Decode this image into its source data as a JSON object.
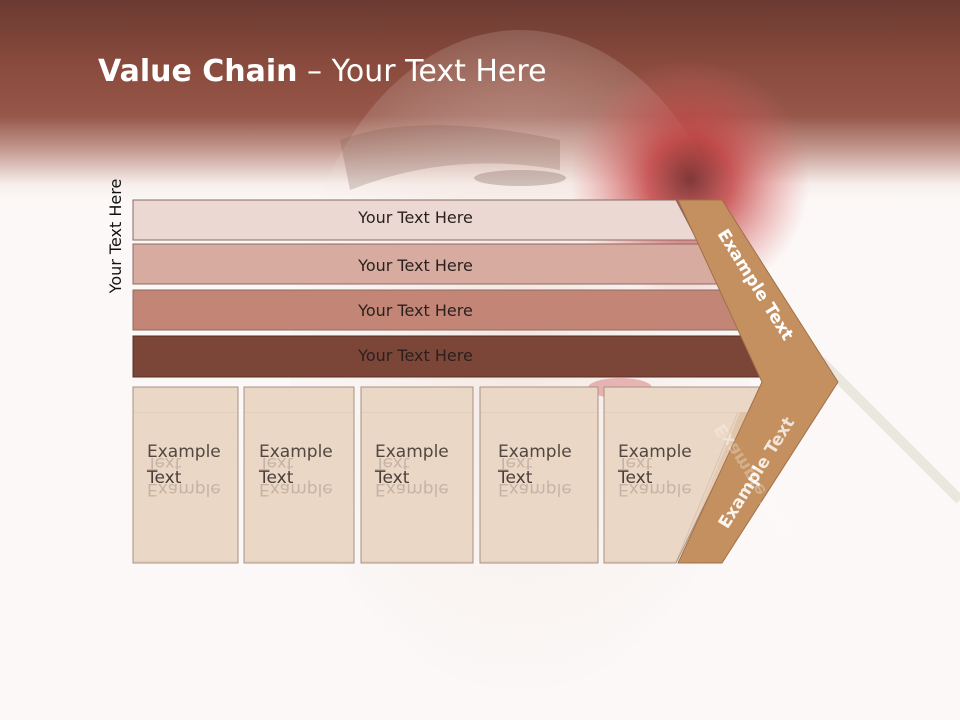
{
  "slide": {
    "title_bold": "Value Chain",
    "title_rest": " – Your Text Here",
    "side_label": "Your Text Here"
  },
  "rows": [
    {
      "label": "Your Text Here",
      "color": "#ecd8d3"
    },
    {
      "label": "Your Text Here",
      "color": "#d7aba0"
    },
    {
      "label": "Your Text Here",
      "color": "#c28576"
    },
    {
      "label": "Your Text Here",
      "color": "#7b4538"
    }
  ],
  "columns": [
    {
      "line1": "Example",
      "line2": "Text"
    },
    {
      "line1": "Example",
      "line2": "Text"
    },
    {
      "line1": "Example",
      "line2": "Text"
    },
    {
      "line1": "Example",
      "line2": "Text"
    },
    {
      "line1": "Example",
      "line2": "Text"
    }
  ],
  "chevron": {
    "upper_label": "Example Text",
    "lower_label": "Example Text",
    "color": "#c4905f"
  },
  "colors": {
    "banner": "#8b4c3e",
    "column_fill": "#ebd7c5"
  }
}
